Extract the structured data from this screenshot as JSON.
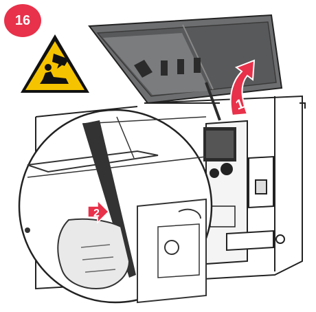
{
  "step": {
    "number": "16"
  },
  "warning_sign": {
    "icon": "overhead-hazard-warning-icon",
    "fill": "#f6c300",
    "border": "#111111"
  },
  "callouts": [
    {
      "label": "1",
      "icon": "rotate-up-arrow-icon"
    },
    {
      "label": "2",
      "icon": "push-arrow-icon"
    }
  ],
  "colors": {
    "accent": "#e8314a",
    "cover": "#6d6e70",
    "cover_dark": "#4a4b4d",
    "line": "#222222"
  }
}
